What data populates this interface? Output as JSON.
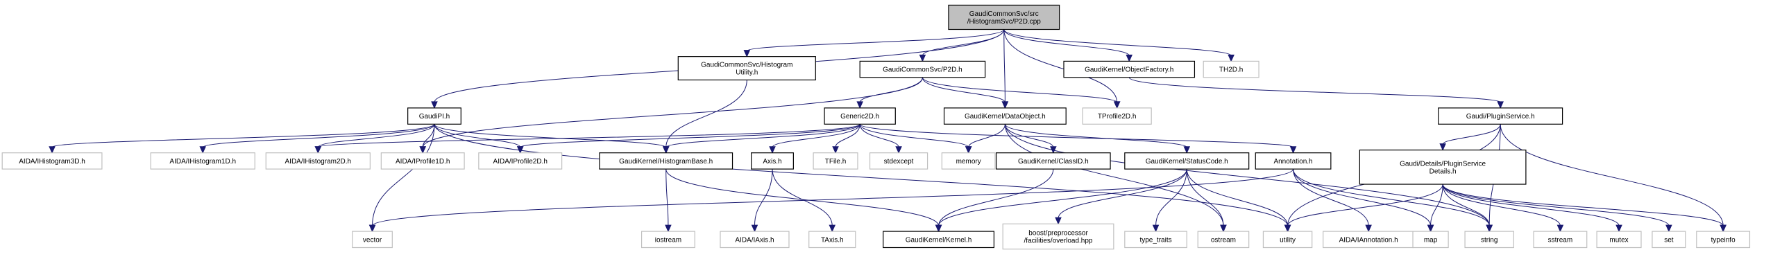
{
  "title": "Include dependency graph for GaudiCommonSvc/src/HistogramSvc/P2D.cpp",
  "colors": {
    "edge": "#191970",
    "root_fill": "#bfbfbf",
    "internal_border": "#000000",
    "external_border": "#bfbfbf"
  },
  "nodes": [
    {
      "id": "root",
      "label": [
        "GaudiCommonSvc/src",
        "/HistogramSvc/P2D.cpp"
      ],
      "kind": "root"
    },
    {
      "id": "histutil",
      "label": [
        "GaudiCommonSvc/Histogram",
        "Utility.h"
      ],
      "kind": "internal"
    },
    {
      "id": "p2dh",
      "label": [
        "GaudiCommonSvc/P2D.h"
      ],
      "kind": "internal"
    },
    {
      "id": "objfactory",
      "label": [
        "GaudiKernel/ObjectFactory.h"
      ],
      "kind": "internal"
    },
    {
      "id": "th2d",
      "label": [
        "TH2D.h"
      ],
      "kind": "external"
    },
    {
      "id": "gaudipi",
      "label": [
        "GaudiPI.h"
      ],
      "kind": "internal"
    },
    {
      "id": "generic2d",
      "label": [
        "Generic2D.h"
      ],
      "kind": "internal"
    },
    {
      "id": "dataobject",
      "label": [
        "GaudiKernel/DataObject.h"
      ],
      "kind": "internal"
    },
    {
      "id": "tprofile2d",
      "label": [
        "TProfile2D.h"
      ],
      "kind": "external"
    },
    {
      "id": "pluginservice",
      "label": [
        "Gaudi/PluginService.h"
      ],
      "kind": "internal"
    },
    {
      "id": "ihist3d",
      "label": [
        "AIDA/IHistogram3D.h"
      ],
      "kind": "external"
    },
    {
      "id": "ihist1d",
      "label": [
        "AIDA/IHistogram1D.h"
      ],
      "kind": "external"
    },
    {
      "id": "ihist2d",
      "label": [
        "AIDA/IHistogram2D.h"
      ],
      "kind": "external"
    },
    {
      "id": "iprof1d",
      "label": [
        "AIDA/IProfile1D.h"
      ],
      "kind": "external"
    },
    {
      "id": "iprof2d",
      "label": [
        "AIDA/IProfile2D.h"
      ],
      "kind": "external"
    },
    {
      "id": "histbase",
      "label": [
        "GaudiKernel/HistogramBase.h"
      ],
      "kind": "internal"
    },
    {
      "id": "axish",
      "label": [
        "Axis.h"
      ],
      "kind": "internal"
    },
    {
      "id": "tfile",
      "label": [
        "TFile.h"
      ],
      "kind": "external"
    },
    {
      "id": "stdexcept",
      "label": [
        "stdexcept"
      ],
      "kind": "external"
    },
    {
      "id": "memory",
      "label": [
        "memory"
      ],
      "kind": "external"
    },
    {
      "id": "classid",
      "label": [
        "GaudiKernel/ClassID.h"
      ],
      "kind": "internal"
    },
    {
      "id": "statuscode",
      "label": [
        "GaudiKernel/StatusCode.h"
      ],
      "kind": "internal"
    },
    {
      "id": "annotation",
      "label": [
        "Annotation.h"
      ],
      "kind": "internal"
    },
    {
      "id": "psdetails",
      "label": [
        "Gaudi/Details/PluginService",
        "Details.h"
      ],
      "kind": "internal"
    },
    {
      "id": "vector",
      "label": [
        "vector"
      ],
      "kind": "external"
    },
    {
      "id": "iostream",
      "label": [
        "iostream"
      ],
      "kind": "external"
    },
    {
      "id": "iaxis",
      "label": [
        "AIDA/IAxis.h"
      ],
      "kind": "external"
    },
    {
      "id": "taxis",
      "label": [
        "TAxis.h"
      ],
      "kind": "external"
    },
    {
      "id": "kernelh",
      "label": [
        "GaudiKernel/Kernel.h"
      ],
      "kind": "internal"
    },
    {
      "id": "boostpp",
      "label": [
        "boost/preprocessor",
        "/facilities/overload.hpp"
      ],
      "kind": "external"
    },
    {
      "id": "typetraits",
      "label": [
        "type_traits"
      ],
      "kind": "external"
    },
    {
      "id": "ostream",
      "label": [
        "ostream"
      ],
      "kind": "external"
    },
    {
      "id": "utility",
      "label": [
        "utility"
      ],
      "kind": "external"
    },
    {
      "id": "iannotation",
      "label": [
        "AIDA/IAnnotation.h"
      ],
      "kind": "external"
    },
    {
      "id": "map",
      "label": [
        "map"
      ],
      "kind": "external"
    },
    {
      "id": "string",
      "label": [
        "string"
      ],
      "kind": "external"
    },
    {
      "id": "sstream",
      "label": [
        "sstream"
      ],
      "kind": "external"
    },
    {
      "id": "mutex",
      "label": [
        "mutex"
      ],
      "kind": "external"
    },
    {
      "id": "set",
      "label": [
        "set"
      ],
      "kind": "external"
    },
    {
      "id": "typeinfo",
      "label": [
        "typeinfo"
      ],
      "kind": "external"
    }
  ],
  "edges": [
    [
      "root",
      "histutil"
    ],
    [
      "root",
      "p2dh"
    ],
    [
      "root",
      "objfactory"
    ],
    [
      "root",
      "th2d"
    ],
    [
      "root",
      "gaudipi"
    ],
    [
      "root",
      "dataobject"
    ],
    [
      "root",
      "tprofile2d"
    ],
    [
      "histutil",
      "histbase"
    ],
    [
      "p2dh",
      "generic2d"
    ],
    [
      "p2dh",
      "dataobject"
    ],
    [
      "p2dh",
      "tprofile2d"
    ],
    [
      "p2dh",
      "iprof1d"
    ],
    [
      "objfactory",
      "pluginservice"
    ],
    [
      "gaudipi",
      "ihist3d"
    ],
    [
      "gaudipi",
      "ihist1d"
    ],
    [
      "gaudipi",
      "ihist2d"
    ],
    [
      "gaudipi",
      "iprof1d"
    ],
    [
      "gaudipi",
      "iprof2d"
    ],
    [
      "gaudipi",
      "histbase"
    ],
    [
      "gaudipi",
      "vector"
    ],
    [
      "gaudipi",
      "utility"
    ],
    [
      "generic2d",
      "iprof2d"
    ],
    [
      "generic2d",
      "histbase"
    ],
    [
      "generic2d",
      "axish"
    ],
    [
      "generic2d",
      "tfile"
    ],
    [
      "generic2d",
      "stdexcept"
    ],
    [
      "generic2d",
      "memory"
    ],
    [
      "generic2d",
      "annotation"
    ],
    [
      "generic2d",
      "ihist2d"
    ],
    [
      "dataobject",
      "memory"
    ],
    [
      "dataobject",
      "classid"
    ],
    [
      "dataobject",
      "statuscode"
    ],
    [
      "dataobject",
      "string"
    ],
    [
      "dataobject",
      "ostream"
    ],
    [
      "pluginservice",
      "utility"
    ],
    [
      "pluginservice",
      "string"
    ],
    [
      "pluginservice",
      "psdetails"
    ],
    [
      "pluginservice",
      "typeinfo"
    ],
    [
      "histbase",
      "iostream"
    ],
    [
      "histbase",
      "kernelh"
    ],
    [
      "axish",
      "iaxis"
    ],
    [
      "axish",
      "taxis"
    ],
    [
      "classid",
      "kernelh"
    ],
    [
      "statuscode",
      "kernelh"
    ],
    [
      "statuscode",
      "boostpp"
    ],
    [
      "statuscode",
      "typetraits"
    ],
    [
      "statuscode",
      "ostream"
    ],
    [
      "statuscode",
      "utility"
    ],
    [
      "annotation",
      "vector"
    ],
    [
      "annotation",
      "iannotation"
    ],
    [
      "annotation",
      "map"
    ],
    [
      "annotation",
      "string"
    ],
    [
      "psdetails",
      "utility"
    ],
    [
      "psdetails",
      "map"
    ],
    [
      "psdetails",
      "string"
    ],
    [
      "psdetails",
      "sstream"
    ],
    [
      "psdetails",
      "mutex"
    ],
    [
      "psdetails",
      "set"
    ],
    [
      "psdetails",
      "typeinfo"
    ]
  ]
}
